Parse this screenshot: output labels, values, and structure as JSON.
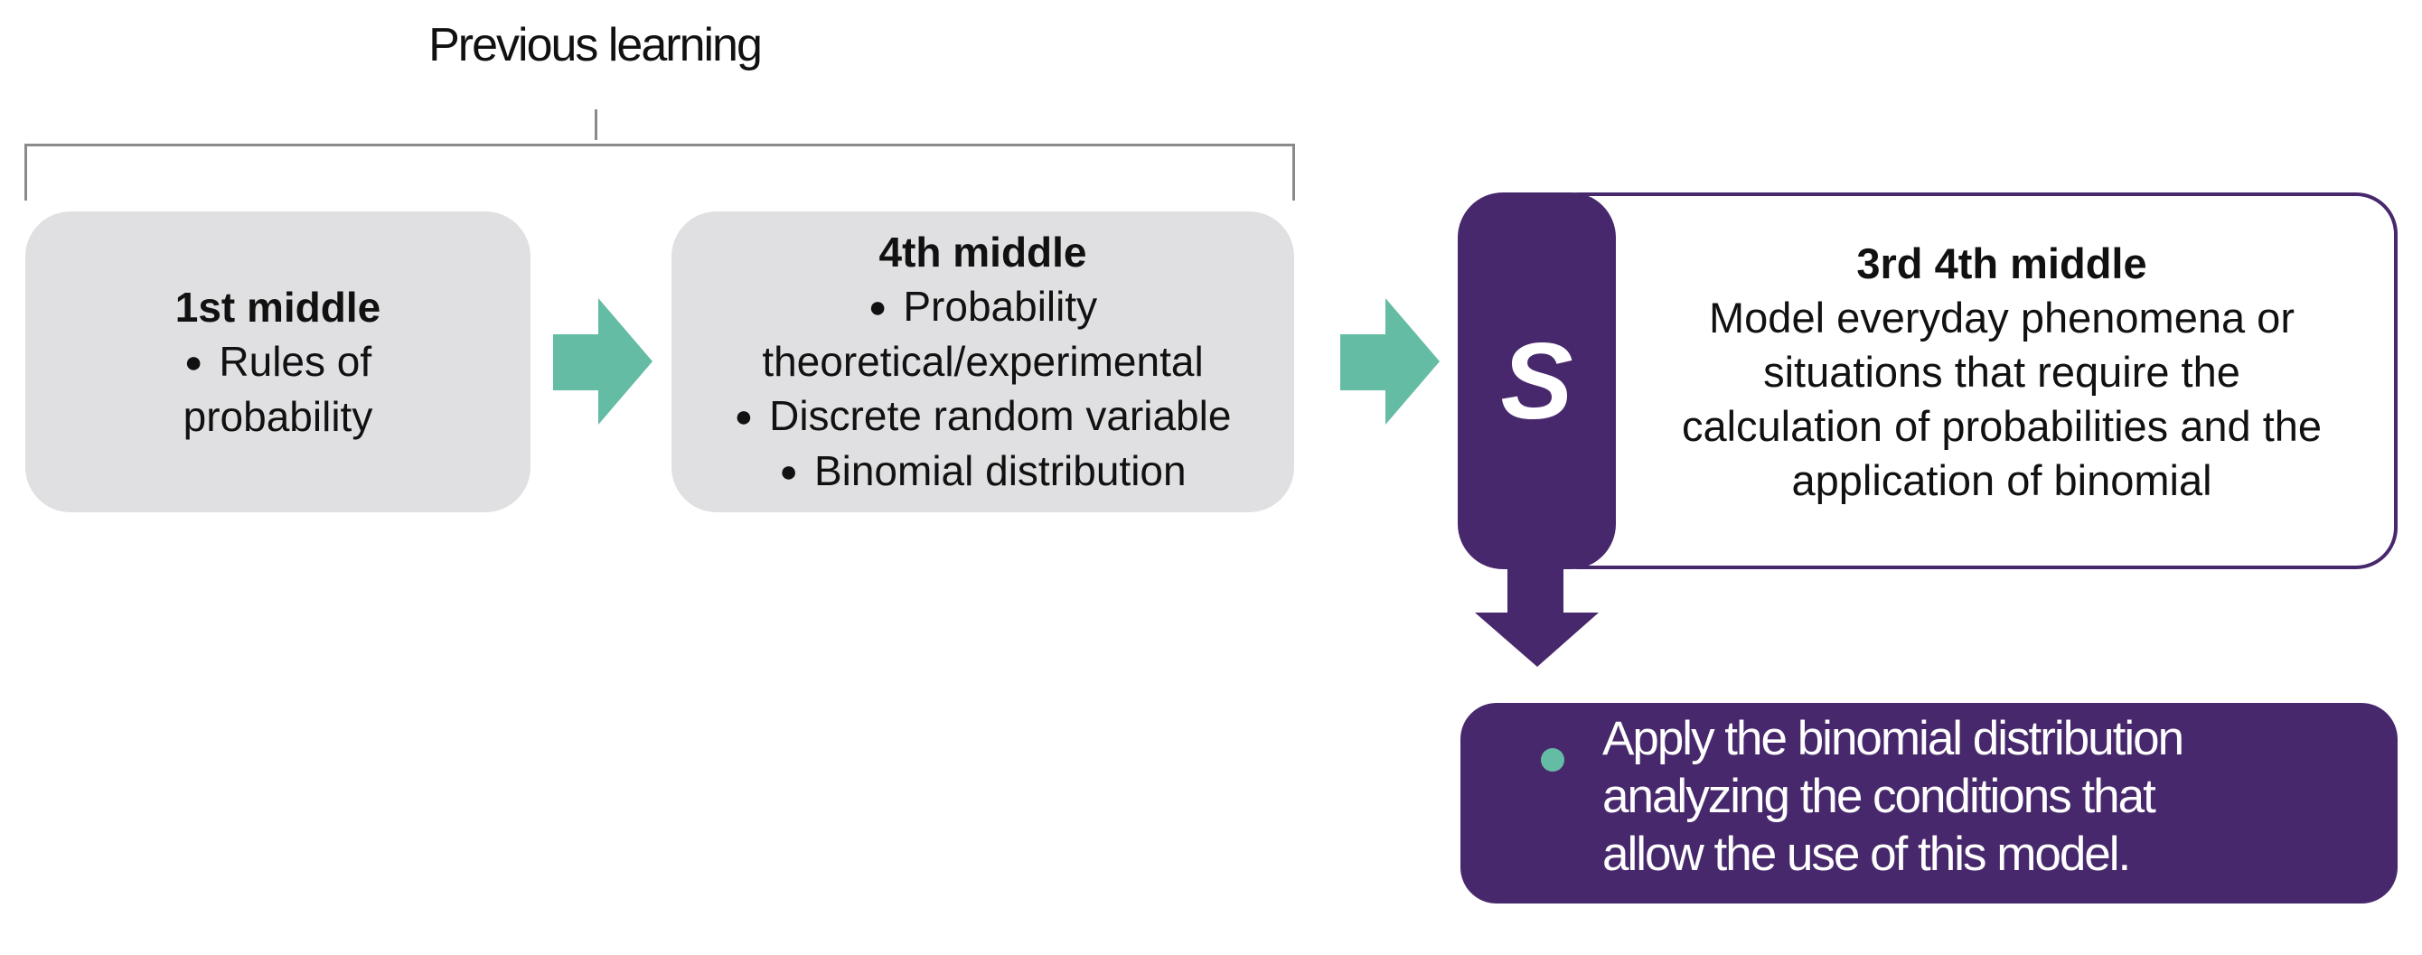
{
  "header": {
    "title": "Previous learning"
  },
  "colors": {
    "grey_box": "#e0e0e2",
    "arrow_green": "#63bca3",
    "purple": "#48286c",
    "bracket": "#8a8a8a"
  },
  "previous": [
    {
      "heading": "1st middle",
      "items": [
        "Rules of",
        "probability"
      ]
    },
    {
      "heading": "4th middle",
      "items": [
        "Probability",
        "theoretical/experimental",
        "Discrete random variable",
        "Binomial distribution"
      ]
    }
  ],
  "current": {
    "badge": "S",
    "heading": "3rd 4th middle",
    "lines": [
      "Model everyday phenomena or",
      "situations that require the",
      "calculation of probabilities and the",
      "application of binomial"
    ]
  },
  "outcome": {
    "lines": [
      "Apply the binomial distribution",
      "analyzing the conditions that",
      "allow the use of this model."
    ]
  },
  "icons": [
    "arrow-right-icon",
    "arrow-right-icon",
    "arrow-down-icon",
    "bullet-dot-icon"
  ]
}
